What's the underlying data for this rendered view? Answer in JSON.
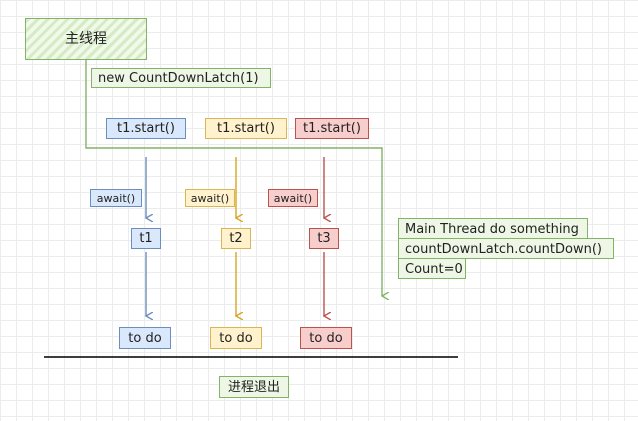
{
  "main_thread": "主线程",
  "countdown_init": "new CountDownLatch(1)",
  "threads": [
    {
      "start": "t1.start()",
      "await": "await()",
      "name": "t1",
      "todo": "to do",
      "color": "#6c8ebf"
    },
    {
      "start": "t1.start()",
      "await": "await()",
      "name": "t2",
      "todo": "to do",
      "color": "#d6a520"
    },
    {
      "start": "t1.start()",
      "await": "await()",
      "name": "t3",
      "todo": "to do",
      "color": "#b85450"
    }
  ],
  "main_steps": [
    "Main Thread do something",
    "countDownLatch.countDown()",
    "Count=0"
  ],
  "exit": "进程退出",
  "accent_green": "#82b366"
}
